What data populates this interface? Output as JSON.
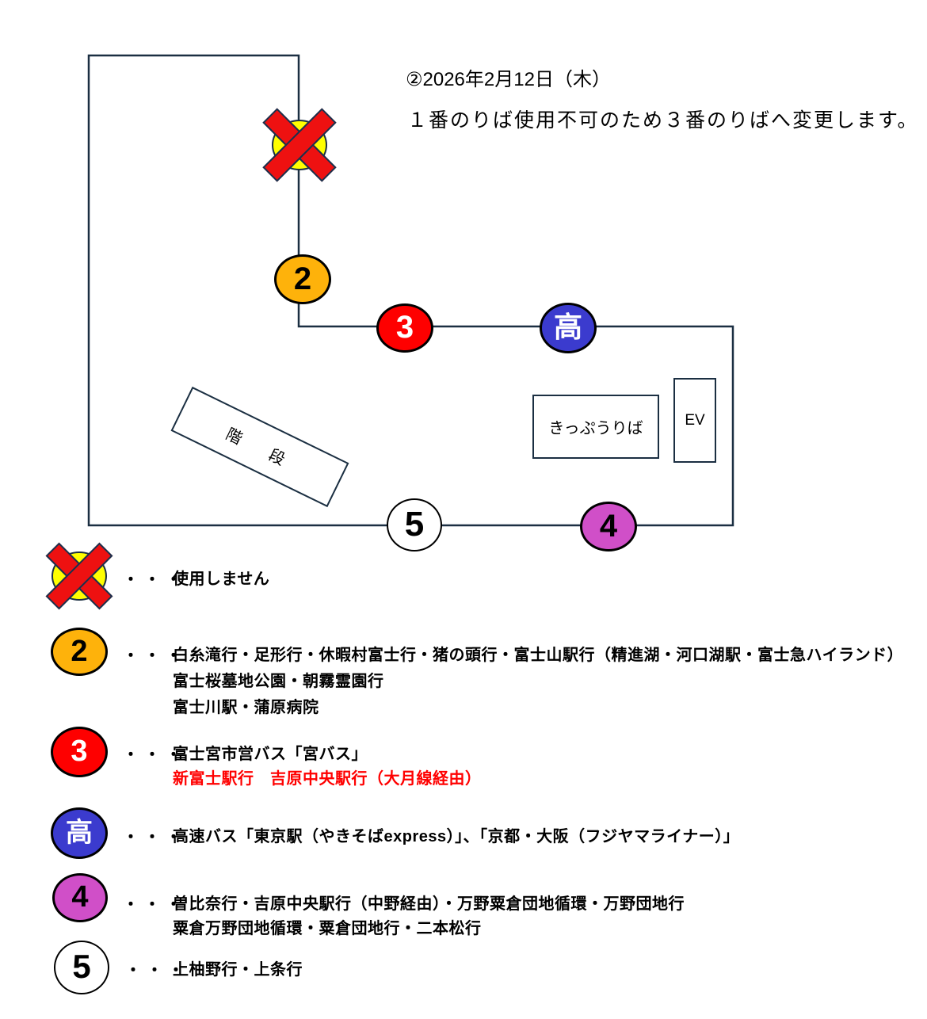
{
  "header": {
    "title": "②2026年2月12日（木）",
    "subtitle": "１番のりば使用不可のため３番のりばへ変更します。"
  },
  "colors": {
    "outline": "#1b2f42",
    "cross_red": "#ee1111",
    "closed_yellow": "#ffff00",
    "highlight_red": "#ff0000"
  },
  "map": {
    "stairs_label": "階　段",
    "ticket_office_label": "きっぷうりば",
    "elevator_label": "EV"
  },
  "markers": {
    "closed": {
      "fill": "#ffff00",
      "cross": "#ee1111"
    },
    "stop2": {
      "label": "2",
      "fill": "#feb20b",
      "text_color": "#000000"
    },
    "stop3": {
      "label": "3",
      "fill": "#fe0000",
      "text_color": "#ffffff"
    },
    "express": {
      "label": "高",
      "fill": "#3b3bce",
      "text_color": "#ffffff"
    },
    "stop4": {
      "label": "4",
      "fill": "#d04fc8",
      "text_color": "#000000"
    },
    "stop5": {
      "label": "5",
      "fill": "#ffffff",
      "text_color": "#000000"
    }
  },
  "legend_dots": "・・・",
  "legend": {
    "closed": {
      "lines": [
        "使用しません"
      ]
    },
    "stop2": {
      "lines": [
        "白糸滝行・足形行・休暇村富士行・猪の頭行・富士山駅行（精進湖・河口湖駅・富士急ハイランド）",
        "富士桜墓地公園・朝霧霊園行",
        "富士川駅・蒲原病院"
      ]
    },
    "stop3": {
      "lines": [
        "富士宮市営バス「宮バス」"
      ],
      "highlight_line": "新富士駅行　吉原中央駅行（大月線経由）",
      "highlight_color": "#ff0000"
    },
    "express": {
      "lines": [
        "高速バス「東京駅（やきそばexpress）」、「京都・大阪（フジヤマライナー）」"
      ]
    },
    "stop4": {
      "lines": [
        "曽比奈行・吉原中央駅行（中野経由）・万野粟倉団地循環・万野団地行",
        "粟倉万野団地循環・粟倉団地行・二本松行"
      ]
    },
    "stop5": {
      "lines": [
        "上柚野行・上条行"
      ]
    }
  }
}
